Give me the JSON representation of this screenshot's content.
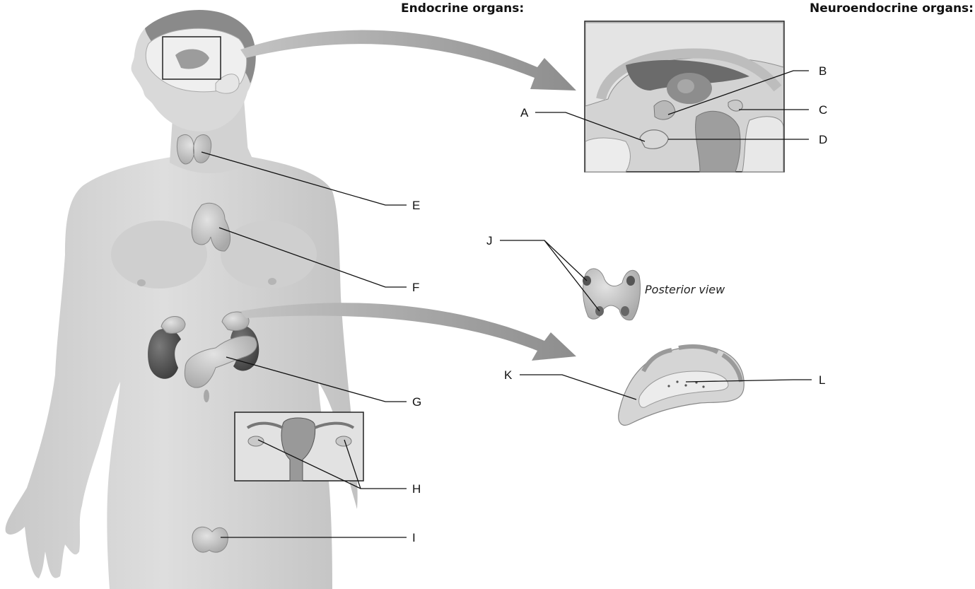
{
  "headings": {
    "endocrine": "Endocrine organs:",
    "neuroendocrine": "Neuroendocrine organs:"
  },
  "captions": {
    "posterior_view": "Posterior view"
  },
  "labels": {
    "A": "A",
    "B": "B",
    "C": "C",
    "D": "D",
    "E": "E",
    "F": "F",
    "G": "G",
    "H": "H",
    "I": "I",
    "J": "J",
    "K": "K",
    "L": "L"
  },
  "colors": {
    "skin": "#d6d6d6",
    "skin_shadow": "#b9b9b9",
    "hair": "#8a8a8a",
    "organ": "#c4c4c4",
    "kidney": "#555555",
    "arrow": "#9a9a9a",
    "line": "#111111"
  }
}
